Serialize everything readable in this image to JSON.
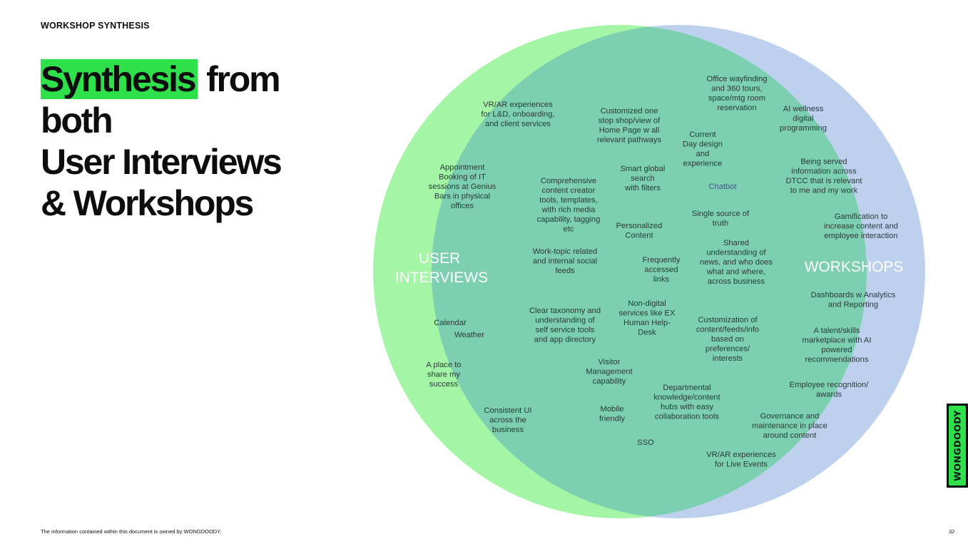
{
  "header": {
    "eyebrow": "WORKSHOP SYNTHESIS"
  },
  "title": {
    "highlight": "Synthesis",
    "rest_line1": " from",
    "line2": "both",
    "line3": "User Interviews",
    "line4": "& Workshops"
  },
  "venn": {
    "user_label_lines": [
      "USER",
      "INTERVIEWS"
    ],
    "workshops_label": "WORKSHOPS",
    "colors": {
      "user": "#a4f5a6",
      "workshops": "#bdd1ef",
      "overlap": "#7ccfb0",
      "accent": "#2ee04a"
    },
    "items": [
      {
        "name": "item-vr-ar-ld",
        "lines": [
          "VR/AR experiences",
          "for L&D, onboarding,",
          "and client services"
        ]
      },
      {
        "name": "item-appointment-booking",
        "lines": [
          "Appointment",
          "Booking of IT",
          "sessions at Genius",
          "Bars in physical",
          "offices"
        ]
      },
      {
        "name": "item-calendar",
        "lines": [
          "Calendar"
        ]
      },
      {
        "name": "item-weather",
        "lines": [
          "Weather"
        ]
      },
      {
        "name": "item-place-to-share",
        "lines": [
          "A place to",
          "share my",
          "success"
        ]
      },
      {
        "name": "item-consistent-ui",
        "lines": [
          "Consistent UI",
          "across the",
          "business"
        ]
      },
      {
        "name": "item-customized-one-stop",
        "lines": [
          "Customized one",
          "stop shop/view of",
          "Home Page w all",
          "relevant pathways"
        ]
      },
      {
        "name": "item-current-day-design",
        "lines": [
          "Current",
          "Day design",
          "and",
          "experience"
        ]
      },
      {
        "name": "item-comprehensive-content",
        "lines": [
          "Comprehensive",
          "content creator",
          "tools, templates,",
          "with rich media",
          "capability, tagging",
          "etc"
        ]
      },
      {
        "name": "item-smart-global-search",
        "lines": [
          "Smart global",
          "search",
          "with filters"
        ]
      },
      {
        "name": "item-chatbot",
        "lines": [
          "Chatbot"
        ]
      },
      {
        "name": "item-single-source",
        "lines": [
          "Single source of",
          "truth"
        ]
      },
      {
        "name": "item-personalized-content",
        "lines": [
          "Personalized",
          "Content"
        ]
      },
      {
        "name": "item-shared-understanding",
        "lines": [
          "Shared",
          "understanding of",
          "news, and who does",
          "what and where,",
          "across business"
        ]
      },
      {
        "name": "item-work-topic-feeds",
        "lines": [
          "Work-topic related",
          "and internal social",
          "feeds"
        ]
      },
      {
        "name": "item-frequently-accessed",
        "lines": [
          "Frequently",
          "accessed",
          "links"
        ]
      },
      {
        "name": "item-clear-taxonomy",
        "lines": [
          "Clear taxonomy and",
          "understanding of",
          "self service tools",
          "and app directory"
        ]
      },
      {
        "name": "item-non-digital-services",
        "lines": [
          "Non-digital",
          "services like EX",
          "Human Help-",
          "Desk"
        ]
      },
      {
        "name": "item-customization-feeds",
        "lines": [
          "Customization of",
          "content/feeds/info",
          "based on",
          "preferences/",
          "interests"
        ]
      },
      {
        "name": "item-visitor-management",
        "lines": [
          "Visitor",
          "Management",
          "capability"
        ]
      },
      {
        "name": "item-departmental-hubs",
        "lines": [
          "Departmental",
          "knowledge/content",
          "hubs with easy",
          "collaboration tools"
        ]
      },
      {
        "name": "item-mobile-friendly",
        "lines": [
          "Mobile",
          "friendly"
        ]
      },
      {
        "name": "item-sso",
        "lines": [
          "SSO"
        ]
      },
      {
        "name": "item-office-wayfinding",
        "lines": [
          "Office wayfinding",
          "and 360 tours,",
          "space/mtg room",
          "reservation"
        ]
      },
      {
        "name": "item-ai-wellness",
        "lines": [
          "AI wellness",
          "digital",
          "programming"
        ]
      },
      {
        "name": "item-being-served-info",
        "lines": [
          "Being served",
          "information across",
          "DTCC that is relevant",
          "to me and my work"
        ]
      },
      {
        "name": "item-gamification",
        "lines": [
          "Gamification to",
          "increase content and",
          "employee interaction"
        ]
      },
      {
        "name": "item-dashboards-analytics",
        "lines": [
          "Dashboards w Analytics",
          "and Reporting"
        ]
      },
      {
        "name": "item-talent-marketplace",
        "lines": [
          "A talent/skills",
          "marketplace with AI",
          "powered",
          "recommendations"
        ]
      },
      {
        "name": "item-employee-recognition",
        "lines": [
          "Employee recognition/",
          "awards"
        ]
      },
      {
        "name": "item-governance",
        "lines": [
          "Governance and",
          "maintenance in place",
          "around content"
        ]
      },
      {
        "name": "item-vr-ar-live-events",
        "lines": [
          "VR/AR experiences",
          "for Live Events"
        ]
      }
    ]
  },
  "footer": {
    "notice": "The information contained within this document is owned by WONGDOODY.",
    "page_number": "32"
  },
  "logo": {
    "text": "WONGDOODY"
  }
}
